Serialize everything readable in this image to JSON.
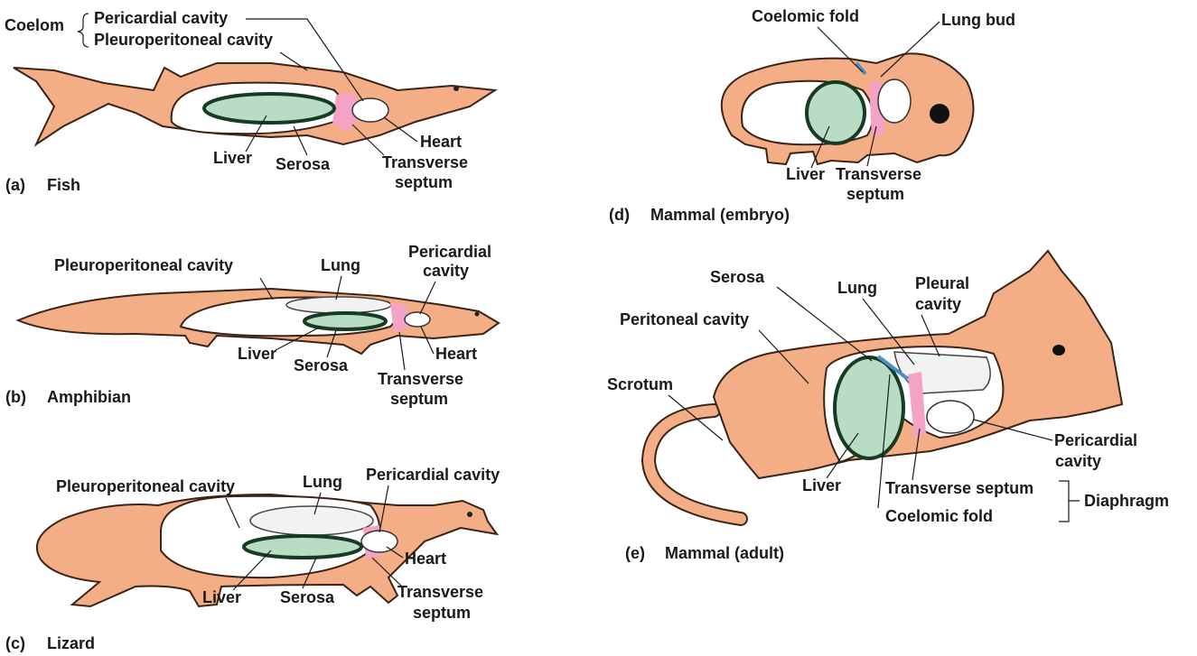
{
  "panels": {
    "a": {
      "caption_letter": "(a)",
      "caption": "Fish",
      "coelom": "Coelom",
      "pericardial_cavity": "Pericardial cavity",
      "pleuroperitoneal_cavity": "Pleuroperitoneal cavity",
      "heart": "Heart",
      "liver": "Liver",
      "serosa": "Serosa",
      "transverse_1": "Transverse",
      "transverse_2": "septum"
    },
    "b": {
      "caption_letter": "(b)",
      "caption": "Amphibian",
      "pleuroperitoneal_cavity": "Pleuroperitoneal cavity",
      "lung": "Lung",
      "pericardial_1": "Pericardial",
      "pericardial_2": "cavity",
      "liver": "Liver",
      "serosa": "Serosa",
      "heart": "Heart",
      "transverse_1": "Transverse",
      "transverse_2": "septum"
    },
    "c": {
      "caption_letter": "(c)",
      "caption": "Lizard",
      "pleuroperitoneal_cavity": "Pleuroperitoneal cavity",
      "lung": "Lung",
      "pericardial_cavity": "Pericardial cavity",
      "heart": "Heart",
      "liver": "Liver",
      "serosa": "Serosa",
      "transverse_1": "Transverse",
      "transverse_2": "septum"
    },
    "d": {
      "caption_letter": "(d)",
      "caption": "Mammal (embryo)",
      "coelomic_fold": "Coelomic fold",
      "lung_bud": "Lung bud",
      "liver": "Liver",
      "transverse_1": "Transverse",
      "transverse_2": "septum"
    },
    "e": {
      "caption_letter": "(e)",
      "caption": "Mammal (adult)",
      "serosa": "Serosa",
      "lung": "Lung",
      "pleural_1": "Pleural",
      "pleural_2": "cavity",
      "peritoneal_cavity": "Peritoneal cavity",
      "scrotum": "Scrotum",
      "pericardial_1": "Pericardial",
      "pericardial_2": "cavity",
      "liver": "Liver",
      "transverse_septum": "Transverse septum",
      "coelomic_fold": "Coelomic fold",
      "diaphragm": "Diaphragm"
    }
  },
  "colors": {
    "body": "#f3ae86",
    "liver": "#b9ddc4",
    "liver_outline": "#163a22",
    "septum": "#f4a3c6",
    "cavity": "#ffffff"
  }
}
